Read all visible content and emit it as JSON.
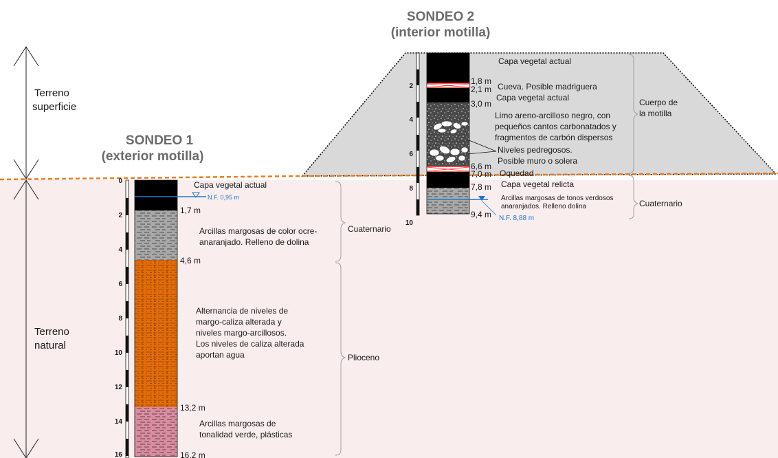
{
  "colors": {
    "ground_fill": "#f9eded",
    "motilla_fill": "#d9d9d9",
    "surface_line": "#e87c22",
    "water_line": "#1f78c8",
    "topsoil": "#000000",
    "clay_grey": "#a8a8a8",
    "marl_orange": "#e36c0a",
    "clay_pink": "#dd8ba0",
    "silt_speckled": "#5a5a5a",
    "cavity": "#ff2020"
  },
  "left_axis": {
    "upper_label_line1": "Terreno",
    "upper_label_line2": "superficie",
    "lower_label_line1": "Terreno",
    "lower_label_line2": "natural"
  },
  "sondeo1": {
    "title_line1": "SONDEO 1",
    "title_line2": "(exterior motilla)",
    "scale_ticks": [
      "0",
      "2",
      "4",
      "6",
      "8",
      "10",
      "12",
      "14",
      "16"
    ],
    "depths": [
      "1,7 m",
      "4,6 m",
      "13,2 m",
      "16,2 m"
    ],
    "water_table": "N.F. 0,95 m",
    "layers": [
      {
        "lines": [
          "Capa vegetal actual"
        ]
      },
      {
        "lines": [
          "Arcillas margosas de color ocre-",
          "anaranjado. Relleno de dolina"
        ]
      },
      {
        "lines": [
          "Alternancia de niveles de",
          "margo-caliza alterada y",
          "niveles margo-arcillosos.",
          "Los niveles de caliza alterada",
          "aportan agua"
        ]
      },
      {
        "lines": [
          "Arcillas margosas de",
          "tonalidad verde, plásticas"
        ]
      }
    ],
    "units": [
      "Cuaternario",
      "Plioceno"
    ]
  },
  "sondeo2": {
    "title_line1": "SONDEO 2",
    "title_line2": "(interior motilla)",
    "scale_ticks": [
      "2",
      "4",
      "6",
      "8",
      "10"
    ],
    "depths": [
      "1,8 m",
      "2,1 m",
      "3,0 m",
      "6,6 m",
      "7,0 m",
      "7,8 m",
      "9,4 m"
    ],
    "water_table": "N.F. 8,88 m",
    "layers": [
      {
        "lines": [
          "Capa vegetal actual"
        ]
      },
      {
        "lines": [
          "Cueva. Posible madriguera"
        ]
      },
      {
        "lines": [
          "Capa vegetal actual"
        ]
      },
      {
        "lines": [
          "Limo areno-arcilloso negro, con",
          "pequeños cantos carbonatados y",
          "fragmentos de carbón dispersos"
        ]
      },
      {
        "lines": [
          "Niveles pedregosos.",
          "Posible muro o solera"
        ]
      },
      {
        "lines": [
          "Oquedad"
        ]
      },
      {
        "lines": [
          "Capa vegetal relicta"
        ]
      },
      {
        "lines": [
          "Arcillas margosas de tonos verdosos",
          "anaranjados. Relleno dolina"
        ]
      }
    ],
    "units": [
      "Cuerpo de",
      "la motilla",
      "Cuaternario"
    ]
  }
}
